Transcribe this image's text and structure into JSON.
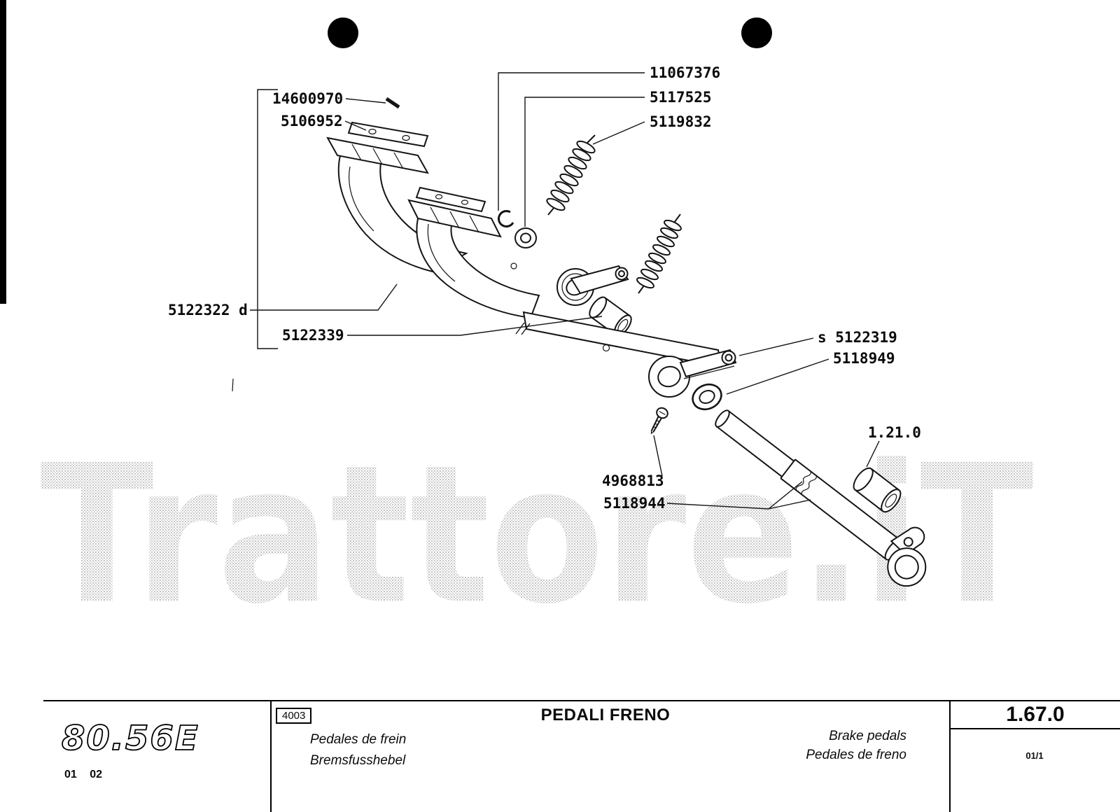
{
  "watermark": "Trattore.iT",
  "diagram": {
    "title": "Brake pedals exploded view",
    "part_labels": {
      "p11067376": "11067376",
      "p5117525": "5117525",
      "p5119832": "5119832",
      "p14600970": "14600970",
      "p5106952": "5106952",
      "p5122322d": "5122322 d",
      "p5122339": "5122339",
      "p5122319": "s 5122319",
      "p5118949": "5118949",
      "p1210": "1.21.0",
      "p4968813": "4968813",
      "p5118944": "5118944"
    }
  },
  "footer": {
    "model_code": "80.56E",
    "page_numbers": "01 02",
    "drawing_code": "4003",
    "title": "PEDALI FRENO",
    "subtitle_fr": "Pedales de frein",
    "subtitle_de": "Bremsfusshebel",
    "subtitle_en": "Brake pedals",
    "subtitle_es": "Pedales de freno",
    "section_code": "1.67.0",
    "sheet_number": "01/1"
  }
}
